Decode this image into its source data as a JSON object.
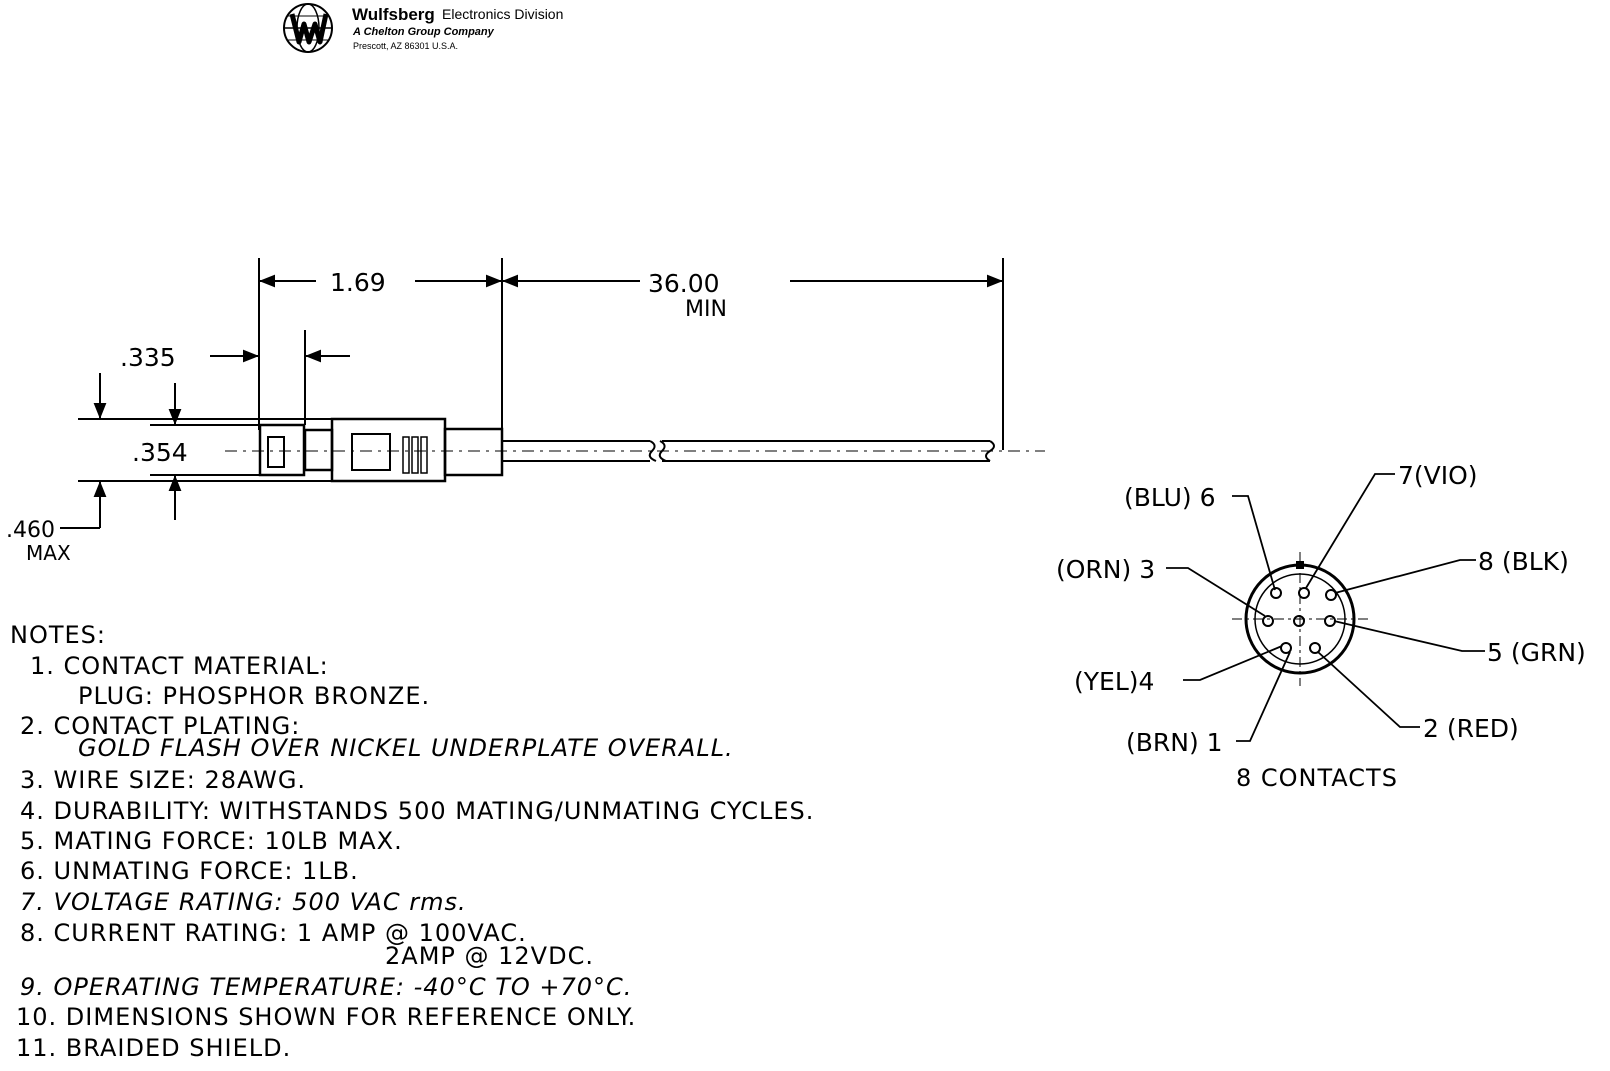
{
  "header": {
    "company": "Wulfsberg",
    "division": "Electronics Division",
    "parent": "A Chelton Group Company",
    "address": "Prescott, AZ  86301  U.S.A."
  },
  "drawing": {
    "dim_plug_length": "1.69",
    "dim_cable_length": "36.00",
    "dim_cable_min": "MIN",
    "dim_nut_length": ".335",
    "dim_nut_dia": ".354",
    "dim_body_dia": ".460",
    "dim_body_max": "MAX"
  },
  "connector": {
    "pins": [
      {
        "label": "(BLU) 6"
      },
      {
        "label": "7(VIO)"
      },
      {
        "label": "(ORN) 3"
      },
      {
        "label": "8 (BLK)"
      },
      {
        "label": "5 (GRN)"
      },
      {
        "label": "(YEL)4"
      },
      {
        "label": "2 (RED)"
      },
      {
        "label": "(BRN) 1"
      }
    ],
    "caption": "8 CONTACTS"
  },
  "notes": {
    "title": "NOTES:",
    "items": [
      "1. CONTACT MATERIAL:",
      "PLUG: PHOSPHOR BRONZE.",
      "2. CONTACT PLATING:",
      "GOLD FLASH OVER NICKEL UNDERPLATE OVERALL.",
      "3. WIRE SIZE: 28AWG.",
      "4. DURABILITY: WITHSTANDS 500 MATING/UNMATING CYCLES.",
      "5. MATING FORCE: 10LB MAX.",
      "6. UNMATING FORCE: 1LB.",
      "7. VOLTAGE RATING: 500 VAC rms.",
      "8. CURRENT RATING: 1 AMP @ 100VAC.",
      "2AMP @ 12VDC.",
      "9. OPERATING TEMPERATURE: -40°C TO +70°C.",
      "10. DIMENSIONS SHOWN FOR REFERENCE ONLY.",
      "11. BRAIDED SHIELD."
    ]
  }
}
